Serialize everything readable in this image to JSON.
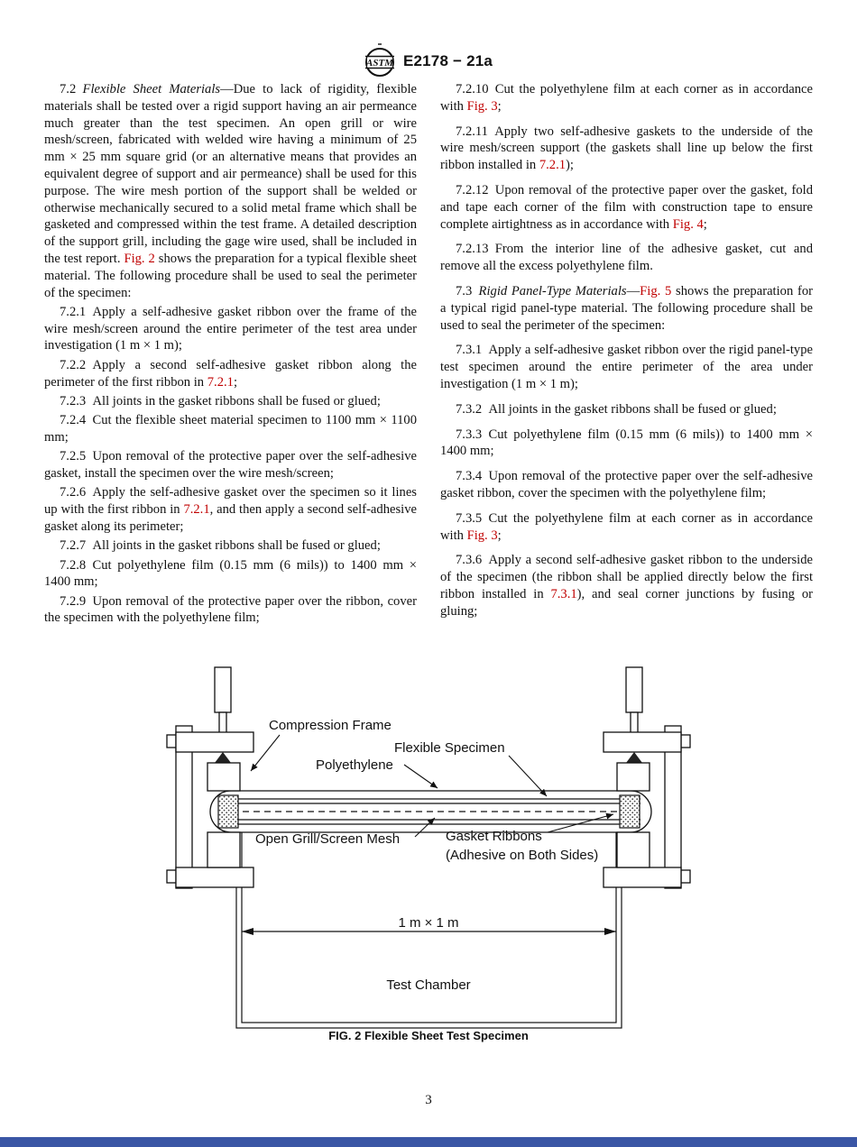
{
  "colors": {
    "link_red": "#c00000",
    "bottom_bar": "#3a56a5"
  },
  "header": {
    "designation": "E2178 − 21a",
    "logo": "astm-logo"
  },
  "footer": {
    "page_number": "3"
  },
  "left_column": [
    {
      "name": "para-7-2",
      "runs": [
        {
          "t": "7.2 ",
          "s": "normal"
        },
        {
          "t": "Flexible Sheet Materials",
          "s": "italic"
        },
        {
          "t": "—Due to lack of rigidity, flexible materials shall be tested over a rigid support having an air permeance much greater than the test specimen. An open grill or wire mesh/screen, fabricated with welded wire having a minimum of 25 mm × 25 mm square grid (or an alternative means that provides an equivalent degree of support and air permeance) shall be used for this purpose. The wire mesh portion of the support shall be welded or otherwise mechanically secured to a solid metal frame which shall be gasketed and compressed within the test frame. A detailed description of the support grill, including the gage wire used, shall be included in the test report. ",
          "s": "normal"
        },
        {
          "t": "Fig. 2",
          "s": "link"
        },
        {
          "t": " shows the preparation for a typical flexible sheet material. The following procedure shall be used to seal the perimeter of the specimen:",
          "s": "normal"
        }
      ]
    },
    {
      "name": "para-7-2-1",
      "runs": [
        {
          "t": "7.2.1 Apply a self-adhesive gasket ribbon over the frame of the wire mesh/screen around the entire perimeter of the test area under investigation (1 m × 1 m);",
          "s": "normal"
        }
      ]
    },
    {
      "name": "para-7-2-2",
      "runs": [
        {
          "t": "7.2.2 Apply a second self-adhesive gasket ribbon along the perimeter of the first ribbon in ",
          "s": "normal"
        },
        {
          "t": "7.2.1",
          "s": "link"
        },
        {
          "t": ";",
          "s": "normal"
        }
      ]
    },
    {
      "name": "para-7-2-3",
      "runs": [
        {
          "t": "7.2.3 All joints in the gasket ribbons shall be fused or glued;",
          "s": "normal"
        }
      ]
    },
    {
      "name": "para-7-2-4",
      "runs": [
        {
          "t": "7.2.4 Cut the flexible sheet material specimen to 1100 mm × 1100 mm;",
          "s": "normal"
        }
      ]
    },
    {
      "name": "para-7-2-5",
      "runs": [
        {
          "t": "7.2.5 Upon removal of the protective paper over the self-adhesive gasket, install the specimen over the wire mesh/screen;",
          "s": "normal"
        }
      ]
    },
    {
      "name": "para-7-2-6",
      "runs": [
        {
          "t": "7.2.6 Apply the self-adhesive gasket over the specimen so it lines up with the first ribbon in ",
          "s": "normal"
        },
        {
          "t": "7.2.1",
          "s": "link"
        },
        {
          "t": ", and then apply a second self-adhesive gasket along its perimeter;",
          "s": "normal"
        }
      ]
    },
    {
      "name": "para-7-2-7",
      "runs": [
        {
          "t": "7.2.7 All joints in the gasket ribbons shall be fused or glued;",
          "s": "normal"
        }
      ]
    },
    {
      "name": "para-7-2-8",
      "runs": [
        {
          "t": "7.2.8 Cut polyethylene film (0.15 mm (6 mils)) to 1400 mm × 1400 mm;",
          "s": "normal"
        }
      ]
    },
    {
      "name": "para-7-2-9",
      "runs": [
        {
          "t": "7.2.9 Upon removal of the protective paper over the ribbon, cover the specimen with the polyethylene film;",
          "s": "normal"
        }
      ]
    }
  ],
  "right_column": [
    {
      "name": "para-7-2-10",
      "runs": [
        {
          "t": "7.2.10 Cut the polyethylene film at each corner as in accordance with ",
          "s": "normal"
        },
        {
          "t": "Fig. 3",
          "s": "link"
        },
        {
          "t": ";",
          "s": "normal"
        }
      ]
    },
    {
      "name": "para-7-2-11",
      "runs": [
        {
          "t": "7.2.11 Apply two self-adhesive gaskets to the underside of the wire mesh/screen support (the gaskets shall line up below the first ribbon installed in ",
          "s": "normal"
        },
        {
          "t": "7.2.1",
          "s": "link"
        },
        {
          "t": ");",
          "s": "normal"
        }
      ]
    },
    {
      "name": "para-7-2-12",
      "runs": [
        {
          "t": "7.2.12 Upon removal of the protective paper over the gasket, fold and tape each corner of the film with construction tape to ensure complete airtightness as in accordance with ",
          "s": "normal"
        },
        {
          "t": "Fig. 4",
          "s": "link"
        },
        {
          "t": ";",
          "s": "normal"
        }
      ]
    },
    {
      "name": "para-7-2-13",
      "runs": [
        {
          "t": "7.2.13 From the interior line of the adhesive gasket, cut and remove all the excess polyethylene film.",
          "s": "normal"
        }
      ]
    },
    {
      "name": "para-7-3",
      "runs": [
        {
          "t": "7.3 ",
          "s": "normal"
        },
        {
          "t": "Rigid Panel-Type Materials",
          "s": "italic"
        },
        {
          "t": "—",
          "s": "normal"
        },
        {
          "t": "Fig. 5",
          "s": "link"
        },
        {
          "t": " shows the preparation for a typical rigid panel-type material. The following procedure shall be used to seal the perimeter of the specimen:",
          "s": "normal"
        }
      ]
    },
    {
      "name": "para-7-3-1",
      "runs": [
        {
          "t": "7.3.1 Apply a self-adhesive gasket ribbon over the rigid panel-type test specimen around the entire perimeter of the area under investigation (1 m × 1 m);",
          "s": "normal"
        }
      ]
    },
    {
      "name": "para-7-3-2",
      "runs": [
        {
          "t": "7.3.2 All joints in the gasket ribbons shall be fused or glued;",
          "s": "normal"
        }
      ]
    },
    {
      "name": "para-7-3-3",
      "runs": [
        {
          "t": "7.3.3 Cut polyethylene film (0.15 mm (6 mils)) to 1400 mm × 1400 mm;",
          "s": "normal"
        }
      ]
    },
    {
      "name": "para-7-3-4",
      "runs": [
        {
          "t": "7.3.4 Upon removal of the protective paper over the self-adhesive gasket ribbon, cover the specimen with the polyethylene film;",
          "s": "normal"
        }
      ]
    },
    {
      "name": "para-7-3-5",
      "runs": [
        {
          "t": "7.3.5 Cut the polyethylene film at each corner as in accordance with ",
          "s": "normal"
        },
        {
          "t": "Fig. 3",
          "s": "link"
        },
        {
          "t": ";",
          "s": "normal"
        }
      ]
    },
    {
      "name": "para-7-3-6",
      "runs": [
        {
          "t": "7.3.6 Apply a second self-adhesive gasket ribbon to the underside of the specimen (the ribbon shall be applied directly below the first ribbon installed in ",
          "s": "normal"
        },
        {
          "t": "7.3.1",
          "s": "link"
        },
        {
          "t": "), and seal corner junctions by fusing or gluing;",
          "s": "normal"
        }
      ]
    }
  ],
  "figure": {
    "labels": {
      "compression_frame": "Compression Frame",
      "flexible_specimen": "Flexible Specimen",
      "polyethylene": "Polyethylene",
      "open_grill": "Open Grill/Screen Mesh",
      "gasket_ribbons": "Gasket Ribbons",
      "gasket_ribbons_2": "(Adhesive on Both Sides)",
      "dimension": "1 m × 1 m",
      "test_chamber": "Test Chamber"
    },
    "caption": "FIG. 2 Flexible Sheet Test Specimen"
  }
}
